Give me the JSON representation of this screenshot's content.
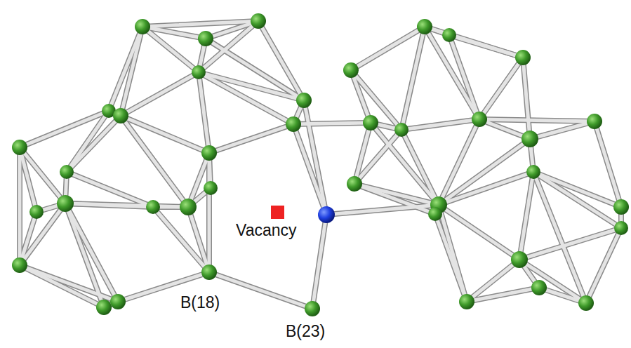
{
  "diagram": {
    "labels": [
      "Vacancy",
      "B(18)",
      "B(23)"
    ]
  }
}
